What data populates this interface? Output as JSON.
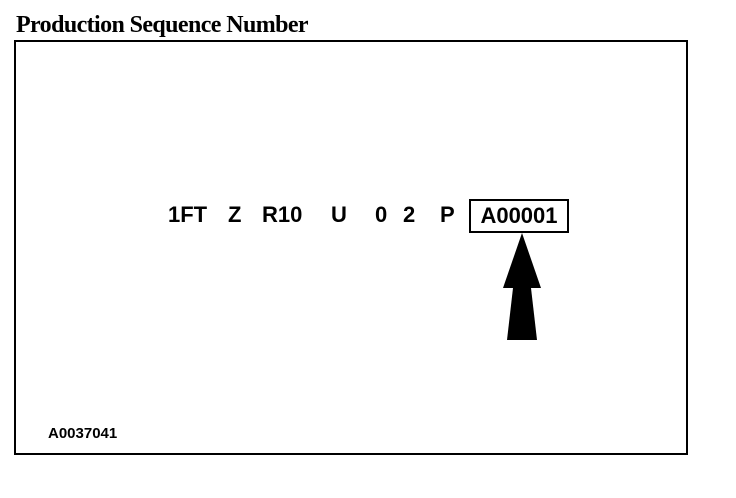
{
  "title": "Production Sequence Number",
  "vin": {
    "segments": [
      "1FT",
      "Z",
      "R10",
      "U",
      "0",
      "2",
      "P"
    ],
    "sequence_number": "A00001"
  },
  "figure_id": "A0037041"
}
